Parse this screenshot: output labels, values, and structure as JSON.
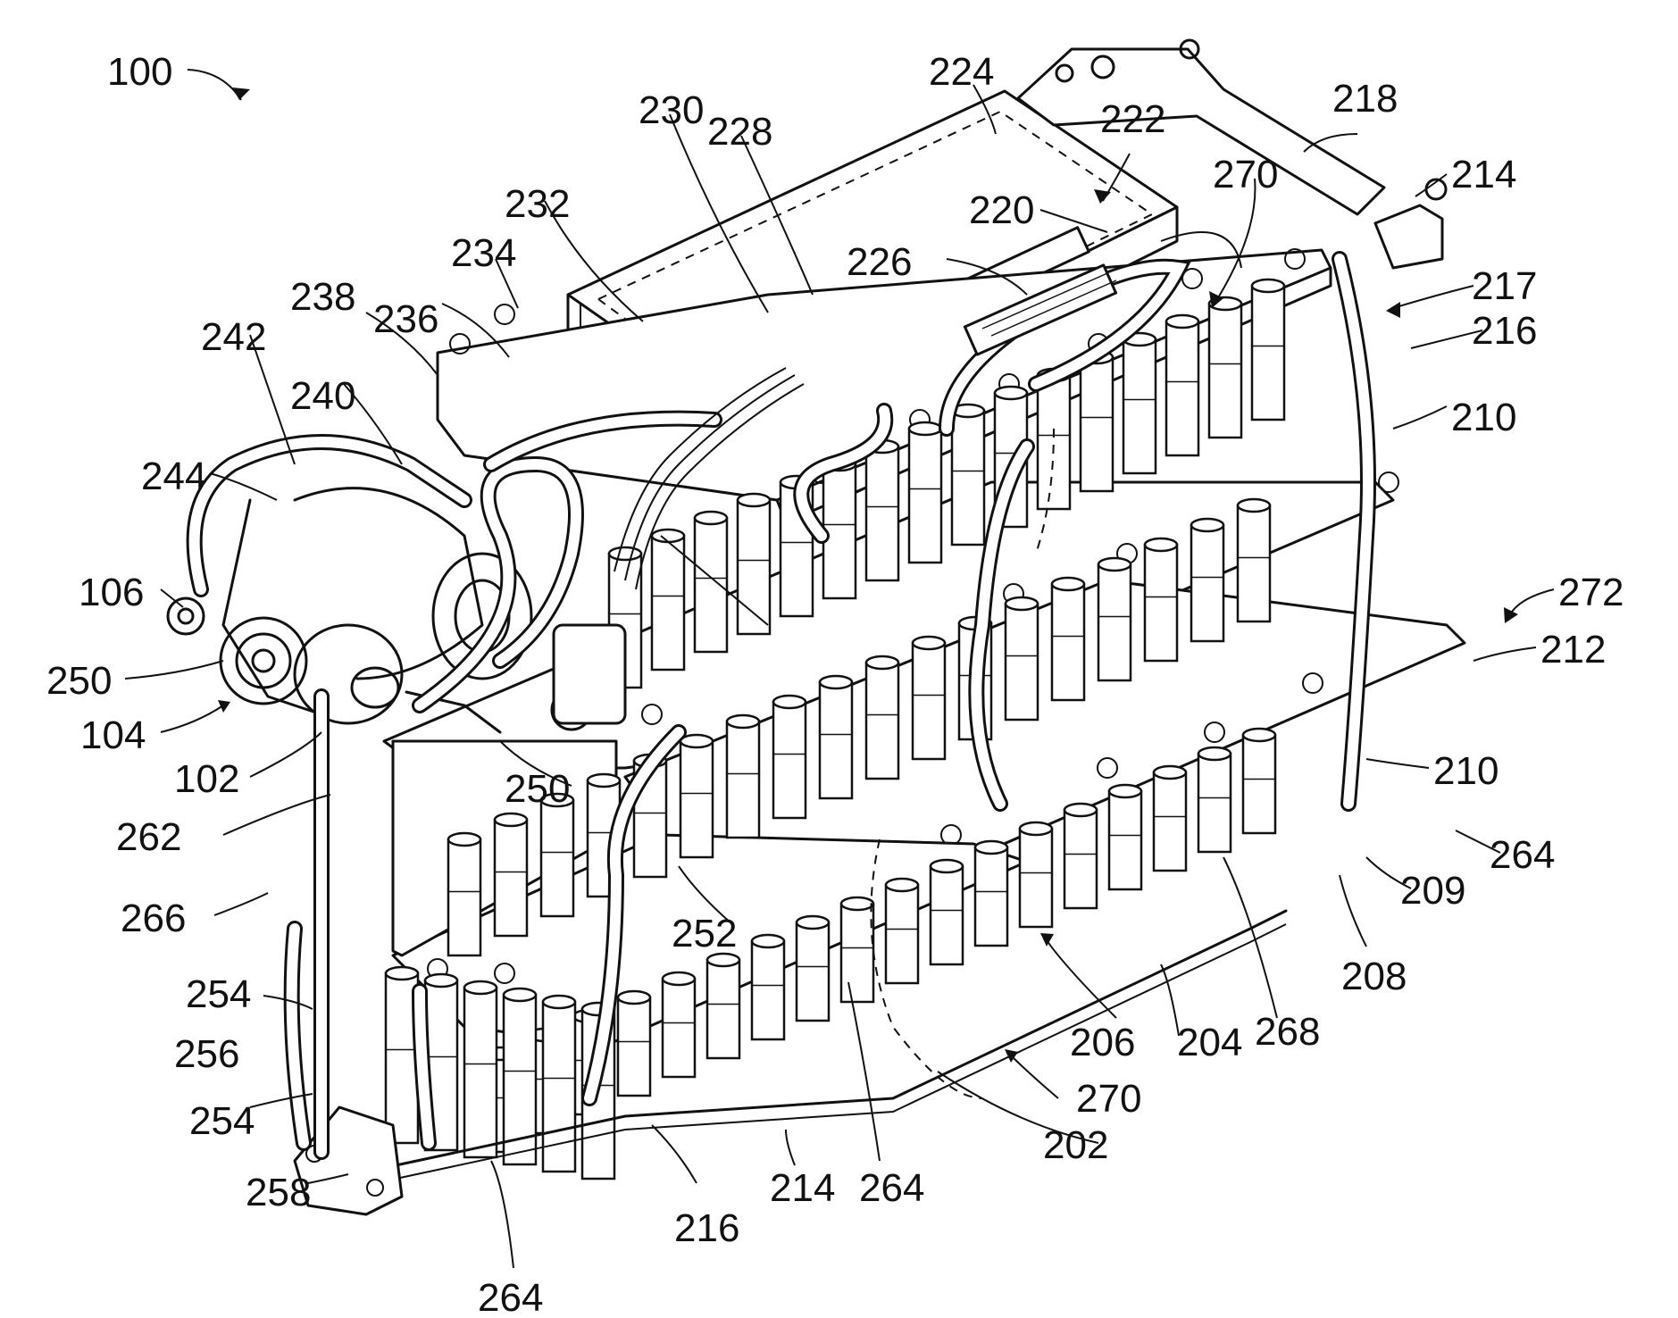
{
  "figure": {
    "reference_numeral": "100",
    "callouts": [
      {
        "id": "c100",
        "text": "100"
      },
      {
        "id": "c224",
        "text": "224"
      },
      {
        "id": "c218",
        "text": "218"
      },
      {
        "id": "c230",
        "text": "230"
      },
      {
        "id": "c228",
        "text": "228"
      },
      {
        "id": "c222",
        "text": "222"
      },
      {
        "id": "c270a",
        "text": "270"
      },
      {
        "id": "c214a",
        "text": "214"
      },
      {
        "id": "c232",
        "text": "232"
      },
      {
        "id": "c220",
        "text": "220"
      },
      {
        "id": "c234",
        "text": "234"
      },
      {
        "id": "c226",
        "text": "226"
      },
      {
        "id": "c217",
        "text": "217"
      },
      {
        "id": "c238",
        "text": "238"
      },
      {
        "id": "c236",
        "text": "236"
      },
      {
        "id": "c216a",
        "text": "216"
      },
      {
        "id": "c242",
        "text": "242"
      },
      {
        "id": "c240",
        "text": "240"
      },
      {
        "id": "c210a",
        "text": "210"
      },
      {
        "id": "c244",
        "text": "244"
      },
      {
        "id": "c106",
        "text": "106"
      },
      {
        "id": "c272",
        "text": "272"
      },
      {
        "id": "c212",
        "text": "212"
      },
      {
        "id": "c250a",
        "text": "250"
      },
      {
        "id": "c104",
        "text": "104"
      },
      {
        "id": "c102",
        "text": "102"
      },
      {
        "id": "c250b",
        "text": "250"
      },
      {
        "id": "c210b",
        "text": "210"
      },
      {
        "id": "c262",
        "text": "262"
      },
      {
        "id": "c264a",
        "text": "264"
      },
      {
        "id": "c266",
        "text": "266"
      },
      {
        "id": "c209",
        "text": "209"
      },
      {
        "id": "c252",
        "text": "252"
      },
      {
        "id": "c208",
        "text": "208"
      },
      {
        "id": "c254a",
        "text": "254"
      },
      {
        "id": "c206",
        "text": "206"
      },
      {
        "id": "c204",
        "text": "204"
      },
      {
        "id": "c268",
        "text": "268"
      },
      {
        "id": "c256",
        "text": "256"
      },
      {
        "id": "c270b",
        "text": "270"
      },
      {
        "id": "c254b",
        "text": "254"
      },
      {
        "id": "c202",
        "text": "202"
      },
      {
        "id": "c258",
        "text": "258"
      },
      {
        "id": "c214b",
        "text": "214"
      },
      {
        "id": "c264b",
        "text": "264"
      },
      {
        "id": "c216b",
        "text": "216"
      },
      {
        "id": "c264c",
        "text": "264"
      }
    ]
  }
}
